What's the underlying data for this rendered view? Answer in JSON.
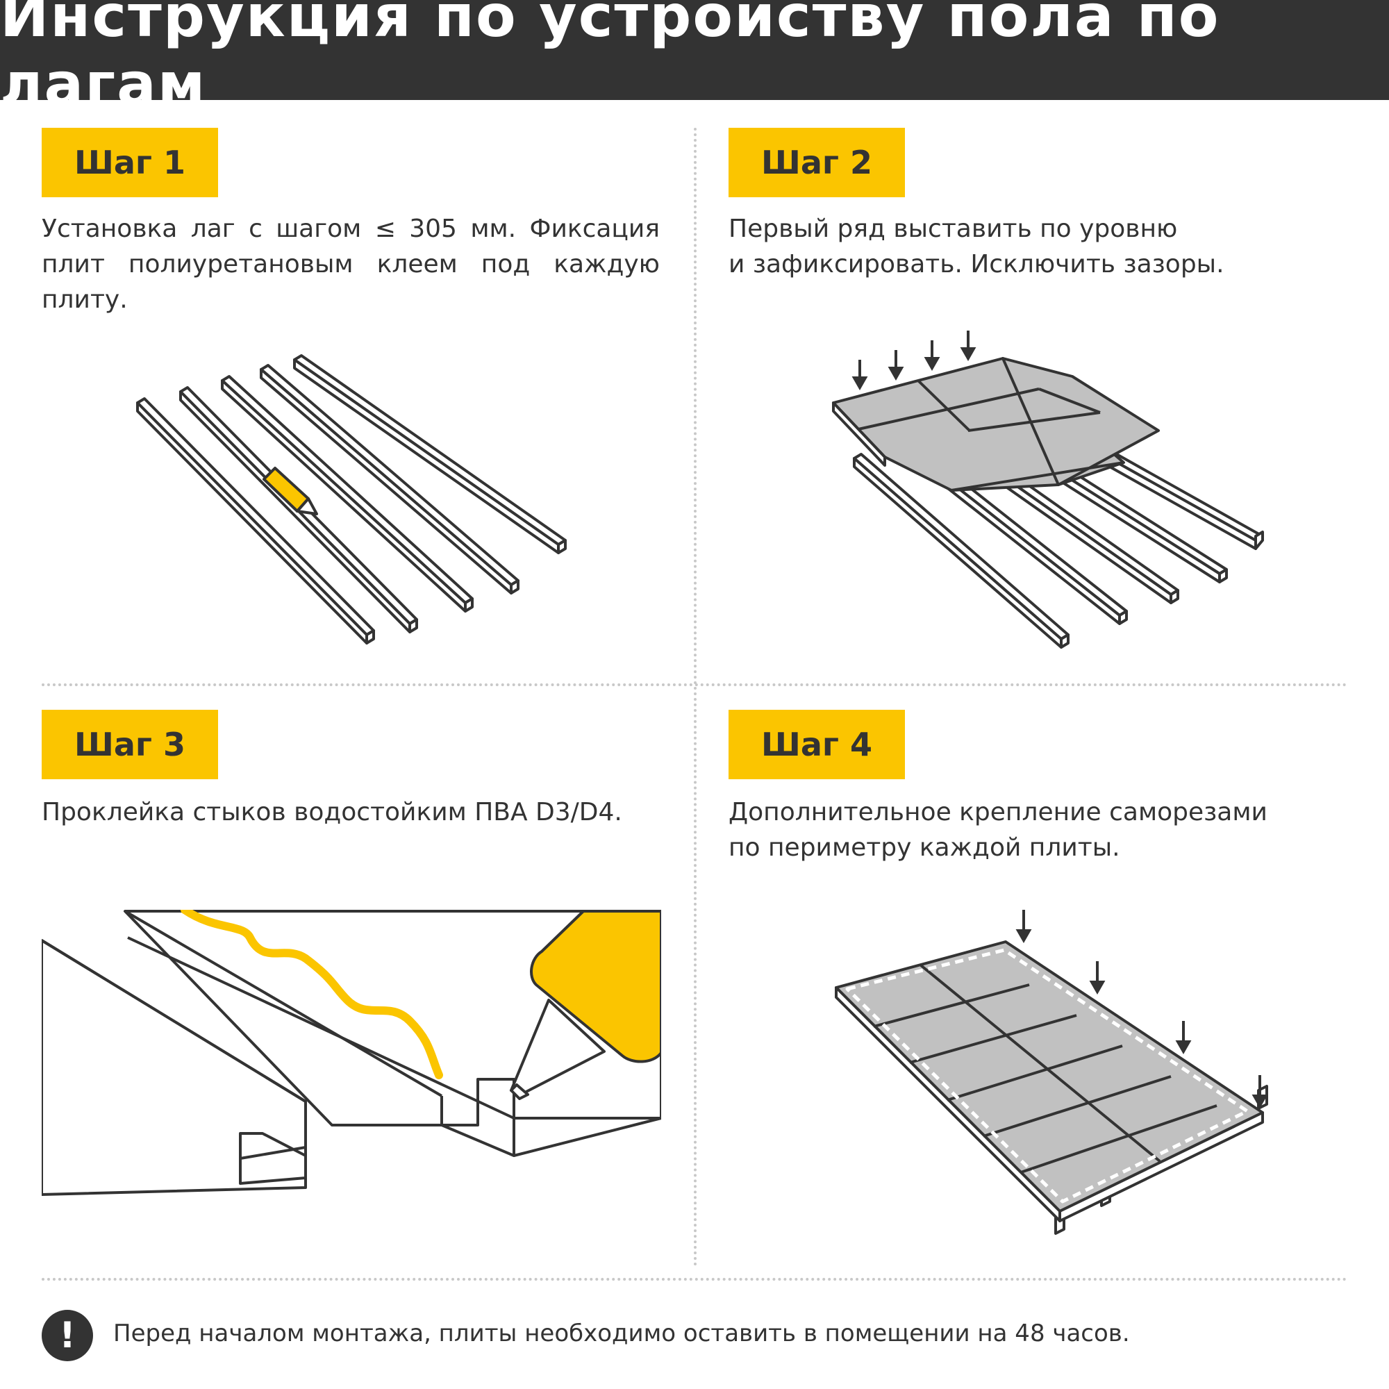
{
  "header": {
    "title": "Инструкция по устройству пола по лагам"
  },
  "steps": [
    {
      "label": "Шаг 1",
      "text": "Установка лаг с шагом ≤ 305 мм. Фиксация плит полиуретановым клеем под каждую плиту."
    },
    {
      "label": "Шаг 2",
      "text_line1": "Первый ряд выставить по уровню",
      "text_line2": "и зафиксировать. Исключить зазоры."
    },
    {
      "label": "Шаг 3",
      "text": "Проклейка стыков водостойким ПВА D3/D4."
    },
    {
      "label": "Шаг 4",
      "text_line1": "Дополнительное крепление саморезами",
      "text_line2": "по периметру каждой плиты."
    }
  ],
  "footer": {
    "icon": "exclamation-icon",
    "icon_glyph": "!",
    "note": "Перед началом монтажа, плиты необходимо оставить в помещении на 48 часов."
  },
  "colors": {
    "accent": "#fbc500",
    "dark": "#333333",
    "board": "#c1c1c1",
    "divider": "#c8c8c8"
  }
}
